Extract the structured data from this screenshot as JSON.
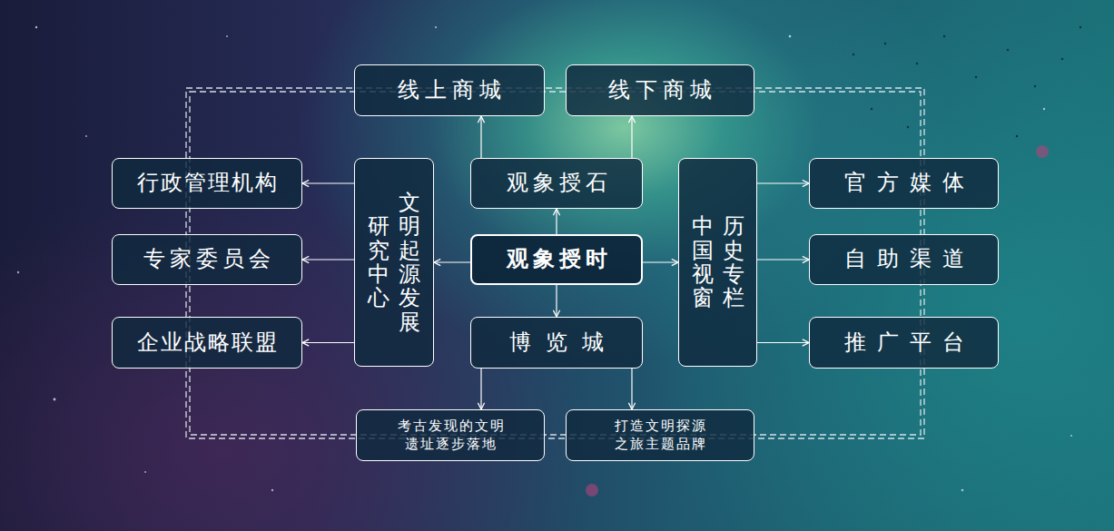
{
  "diagram": {
    "nodes": [
      {
        "text": [
          "线上商城"
        ]
      },
      {
        "text": [
          "线下商城"
        ]
      },
      {
        "text": [
          "行政管理机构"
        ]
      },
      {
        "text": [
          "专家委员会"
        ]
      },
      {
        "text": [
          "企业战略联盟"
        ]
      },
      {
        "text": [
          "文明起源发展",
          "研究中心"
        ]
      },
      {
        "text": [
          "观象授石"
        ]
      },
      {
        "text": [
          "观象授时"
        ]
      },
      {
        "text": [
          "博览城"
        ]
      },
      {
        "text": [
          "中国视窗",
          "历史专栏"
        ]
      },
      {
        "text": [
          "官方媒体"
        ]
      },
      {
        "text": [
          "自助渠道"
        ]
      },
      {
        "text": [
          "推广平台"
        ]
      },
      {
        "text": [
          "考古发现的文明 遗址逐步落地"
        ]
      },
      {
        "text": [
          "打造文明探源 之旅主题品牌"
        ]
      }
    ],
    "edges": [
      {
        "from": 7,
        "to": 6,
        "arrow": "to"
      },
      {
        "from": 7,
        "to": 8,
        "arrow": "to"
      },
      {
        "from": 7,
        "to": 5,
        "arrow": "to"
      },
      {
        "from": 7,
        "to": 9,
        "arrow": "to"
      },
      {
        "from": 6,
        "to": 0,
        "arrow": "to"
      },
      {
        "from": 6,
        "to": 1,
        "arrow": "to"
      },
      {
        "from": 8,
        "to": 13,
        "arrow": "to"
      },
      {
        "from": 8,
        "to": 14,
        "arrow": "to"
      },
      {
        "from": 5,
        "to": 2,
        "arrow": "to"
      },
      {
        "from": 5,
        "to": 3,
        "arrow": "to"
      },
      {
        "from": 5,
        "to": 4,
        "arrow": "to"
      },
      {
        "from": 9,
        "to": 10,
        "arrow": "to"
      },
      {
        "from": 9,
        "to": 11,
        "arrow": "to"
      },
      {
        "from": 9,
        "to": 12,
        "arrow": "to"
      }
    ]
  }
}
